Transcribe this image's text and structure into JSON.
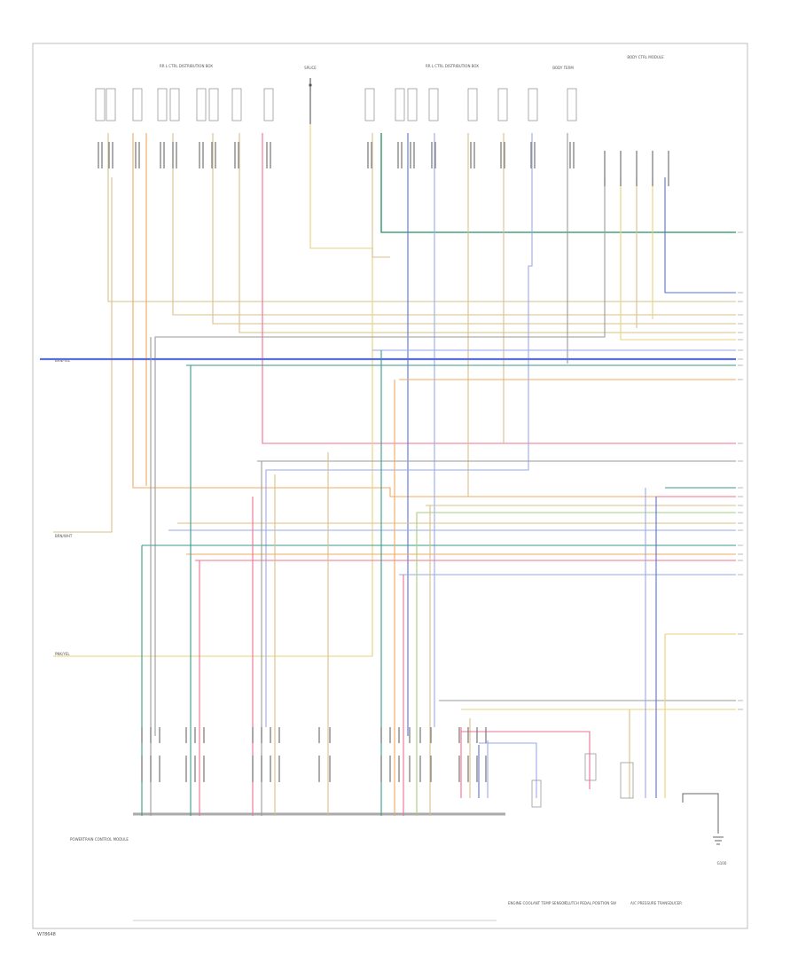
{
  "diagram": {
    "footer_code": "W78648",
    "top_left_module": "RR L CTRL DISTRIBUTION BOX",
    "top_center_module": "RR L CTRL DISTRIBUTION BOX",
    "top_right_module": "BODY CTRL MODULE",
    "top_small_label": "SPLICE",
    "top_right_small_label": "BODY TERM",
    "bottom_left_module": "POWERTRAIN CONTROL MODULE",
    "bottom_center_module": "ENGINE COOLANT TEMP SENSOR",
    "bottom_center2_module": "CLUTCH PEDAL POSITION SW",
    "bottom_right_module": "A/C PRESSURE TRANSDUCER",
    "ground_label": "G100",
    "left_tag_1": "BRN/YEL",
    "left_tag_2": "BRN/WHT",
    "left_tag_3": "PNK/YEL"
  },
  "wire_colors": {
    "yellow": "#e8d27a",
    "orange": "#f0a860",
    "tan": "#d8c08a",
    "blue": "#5a6fd8",
    "lightblue": "#9aa8ee",
    "green": "#4aa37a",
    "pink": "#f07090",
    "gray": "#9a9a9a",
    "black": "#444444",
    "brown": "#b09060",
    "teal": "#3a9a8a",
    "lime": "#a8cf7a"
  }
}
